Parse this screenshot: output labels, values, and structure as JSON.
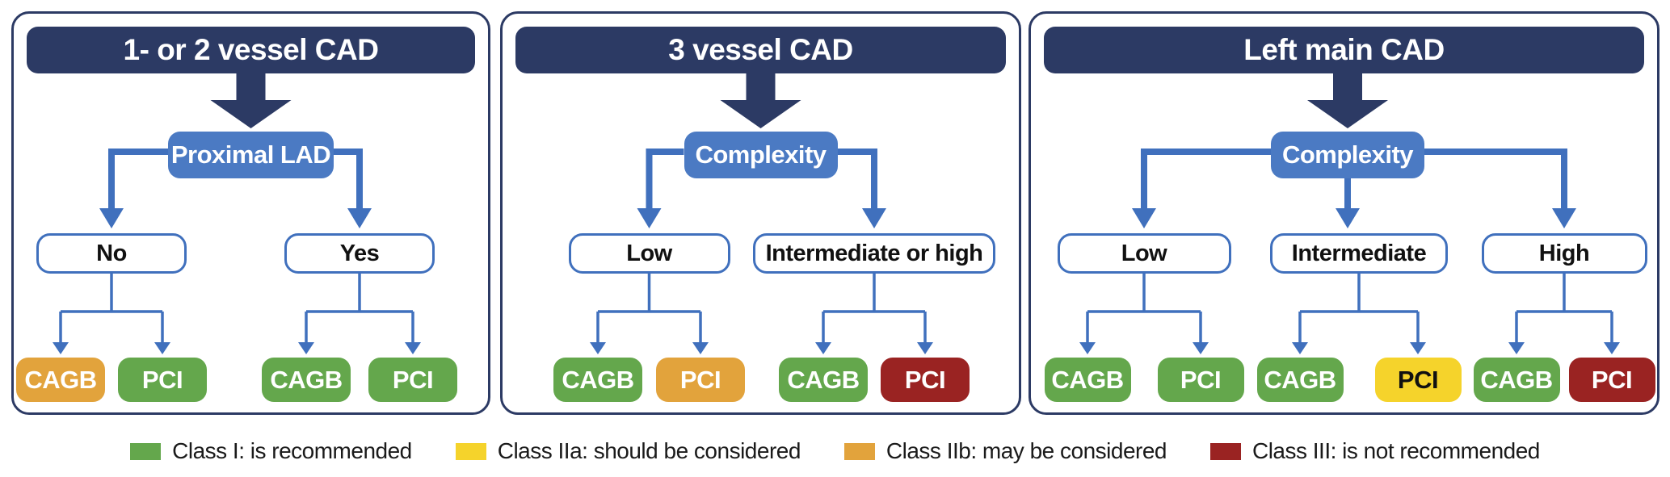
{
  "figure": {
    "type": "clinical-decision-flowchart",
    "topic": "Revascularization recommendations by CAD anatomy and complexity"
  },
  "colors": {
    "navy": "#2C3A64",
    "decision_blue": "#4B7AC3",
    "connector_blue": "#4070BD",
    "class_I_green": "#64A74C",
    "class_IIa_yellow": "#F5D32B",
    "class_IIb_orange": "#E2A33C",
    "class_III_red": "#9A2322"
  },
  "panels": [
    {
      "title": "1- or 2 vessel CAD",
      "decision": "Proximal LAD",
      "branches": [
        {
          "label": "No",
          "outcomes": [
            {
              "label": "CAGB",
              "class": "IIb"
            },
            {
              "label": "PCI",
              "class": "I"
            }
          ]
        },
        {
          "label": "Yes",
          "outcomes": [
            {
              "label": "CAGB",
              "class": "I"
            },
            {
              "label": "PCI",
              "class": "I"
            }
          ]
        }
      ]
    },
    {
      "title": "3 vessel CAD",
      "decision": "Complexity",
      "branches": [
        {
          "label": "Low",
          "outcomes": [
            {
              "label": "CAGB",
              "class": "I"
            },
            {
              "label": "PCI",
              "class": "IIb"
            }
          ]
        },
        {
          "label": "Intermediate or high",
          "outcomes": [
            {
              "label": "CAGB",
              "class": "I"
            },
            {
              "label": "PCI",
              "class": "III"
            }
          ]
        }
      ]
    },
    {
      "title": "Left main CAD",
      "decision": "Complexity",
      "branches": [
        {
          "label": "Low",
          "outcomes": [
            {
              "label": "CAGB",
              "class": "I"
            },
            {
              "label": "PCI",
              "class": "I"
            }
          ]
        },
        {
          "label": "Intermediate",
          "outcomes": [
            {
              "label": "CAGB",
              "class": "I"
            },
            {
              "label": "PCI",
              "class": "IIa"
            }
          ]
        },
        {
          "label": "High",
          "outcomes": [
            {
              "label": "CAGB",
              "class": "I"
            },
            {
              "label": "PCI",
              "class": "III"
            }
          ]
        }
      ]
    }
  ],
  "legend": [
    {
      "label": "Class I: is recommended",
      "color": "#64A74C"
    },
    {
      "label": "Class IIa: should be considered",
      "color": "#F5D32B"
    },
    {
      "label": "Class IIb: may be considered",
      "color": "#E2A33C"
    },
    {
      "label": "Class III: is not recommended",
      "color": "#9A2322"
    }
  ]
}
